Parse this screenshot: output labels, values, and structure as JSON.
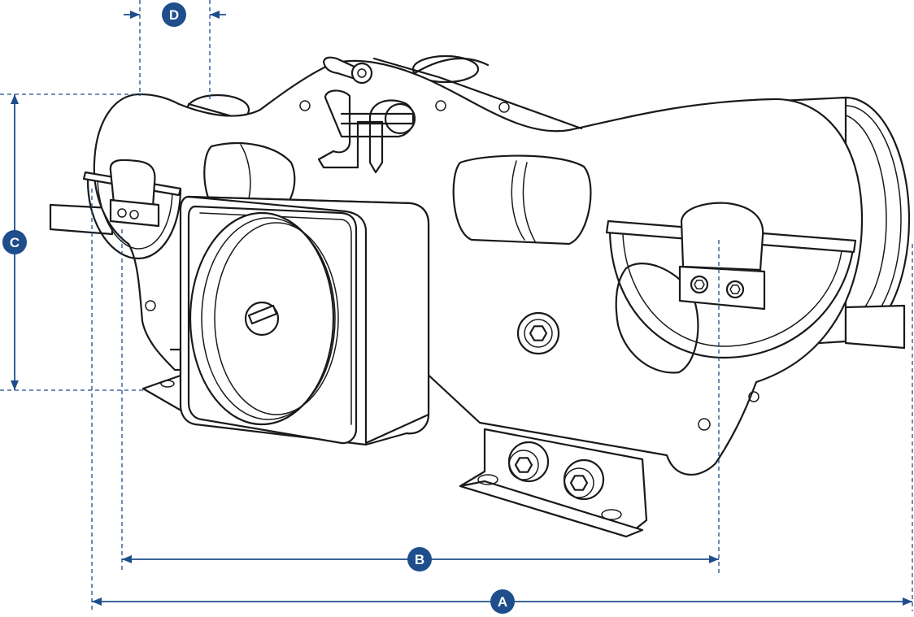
{
  "colors": {
    "dimension_blue": "#1f4e8c",
    "line_art": "#1a1a1a",
    "background": "#ffffff"
  },
  "dimensions": [
    {
      "key": "A",
      "label": "A",
      "orientation": "horizontal"
    },
    {
      "key": "B",
      "label": "B",
      "orientation": "horizontal"
    },
    {
      "key": "C",
      "label": "C",
      "orientation": "vertical"
    },
    {
      "key": "D",
      "label": "D",
      "orientation": "horizontal"
    }
  ],
  "icons": [
    "hex-socket-bolt-icon",
    "slotted-screw-icon"
  ]
}
